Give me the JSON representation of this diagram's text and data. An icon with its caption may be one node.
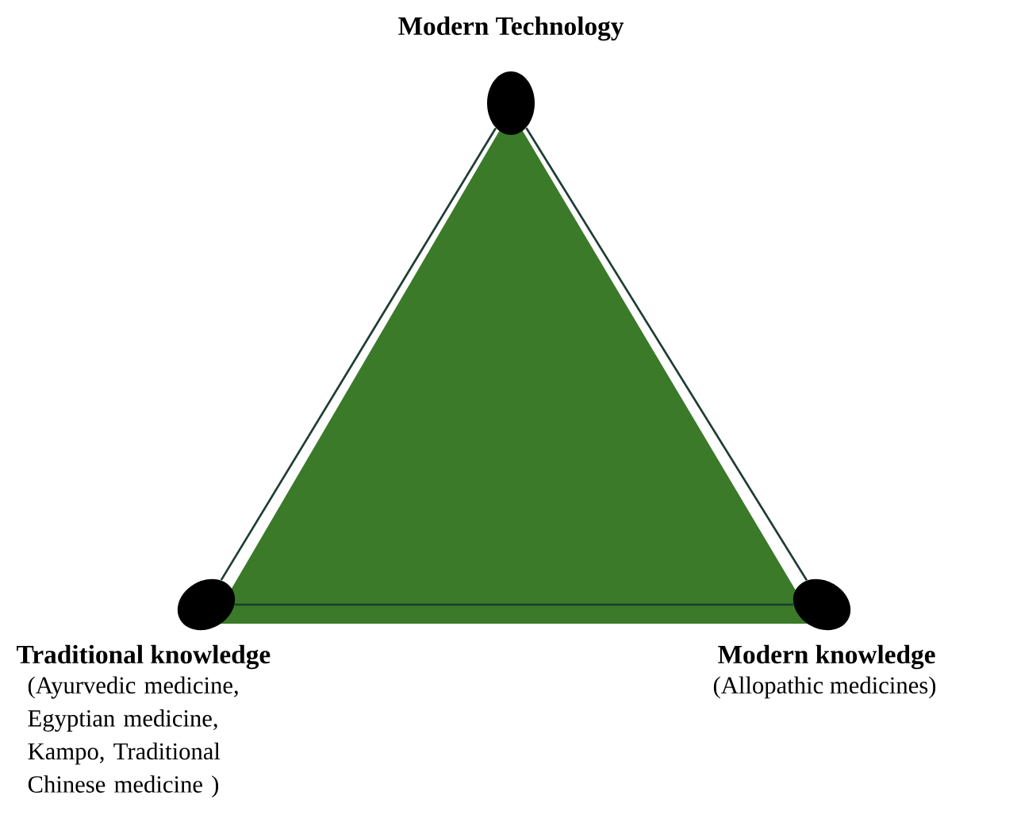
{
  "diagram": {
    "nodes": [
      {
        "text": [
          "Modern Technology"
        ]
      },
      {
        "text": [
          "Traditional knowledge",
          "(Ayurvedic medicine, Egyptian medicine, Kampo, Traditional Chinese medicine )"
        ]
      },
      {
        "text": [
          "Modern knowledge",
          "(Allopathic medicines)"
        ]
      }
    ],
    "edges": [
      {
        "from": 0,
        "to": 1,
        "arrow": "none"
      },
      {
        "from": 1,
        "to": 2,
        "arrow": "none"
      },
      {
        "from": 2,
        "to": 0,
        "arrow": "none"
      }
    ]
  }
}
